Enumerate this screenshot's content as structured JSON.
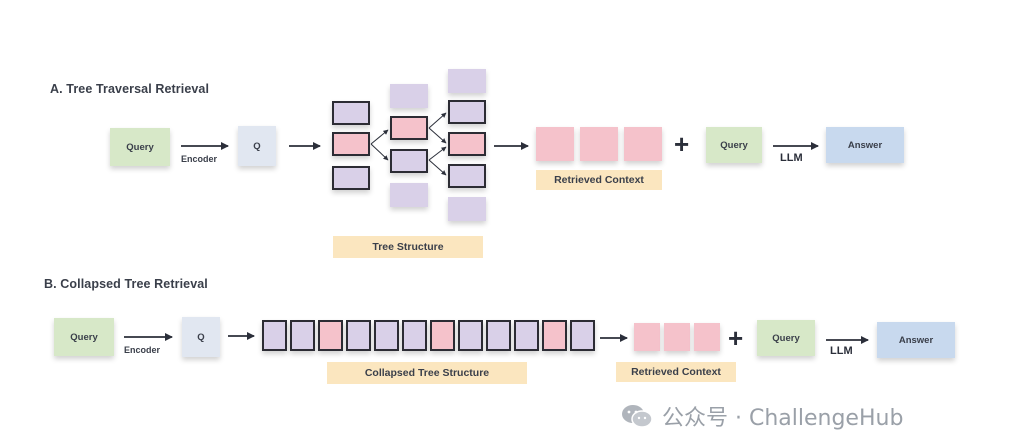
{
  "section_a": {
    "title": "A.  Tree Traversal Retrieval",
    "query": "Query",
    "encoder": "Encoder",
    "q": "Q",
    "tree_label": "Tree Structure",
    "retrieved_label": "Retrieved Context",
    "query2": "Query",
    "llm": "LLM",
    "answer": "Answer"
  },
  "section_b": {
    "title": "B. Collapsed Tree Retrieval",
    "query": "Query",
    "encoder": "Encoder",
    "q": "Q",
    "collapsed_label": "Collapsed Tree Structure",
    "retrieved_label": "Retrieved Context",
    "query2": "Query",
    "llm": "LLM",
    "answer": "Answer",
    "collapsed_nodes": [
      "lav",
      "lav",
      "pink",
      "lav",
      "lav",
      "lav",
      "pink",
      "lav",
      "lav",
      "lav",
      "pink",
      "lav"
    ]
  },
  "colors": {
    "query": "#d7e8c8",
    "q_box": "#e1e7f1",
    "answer": "#c8d9ee",
    "selected_node": "#f5c2cb",
    "unselected_node": "#d9d0e8",
    "label_tag": "#fbe6bf"
  },
  "watermark": {
    "text": "公众号 · ChallengeHub",
    "icon": "wechat-icon"
  }
}
